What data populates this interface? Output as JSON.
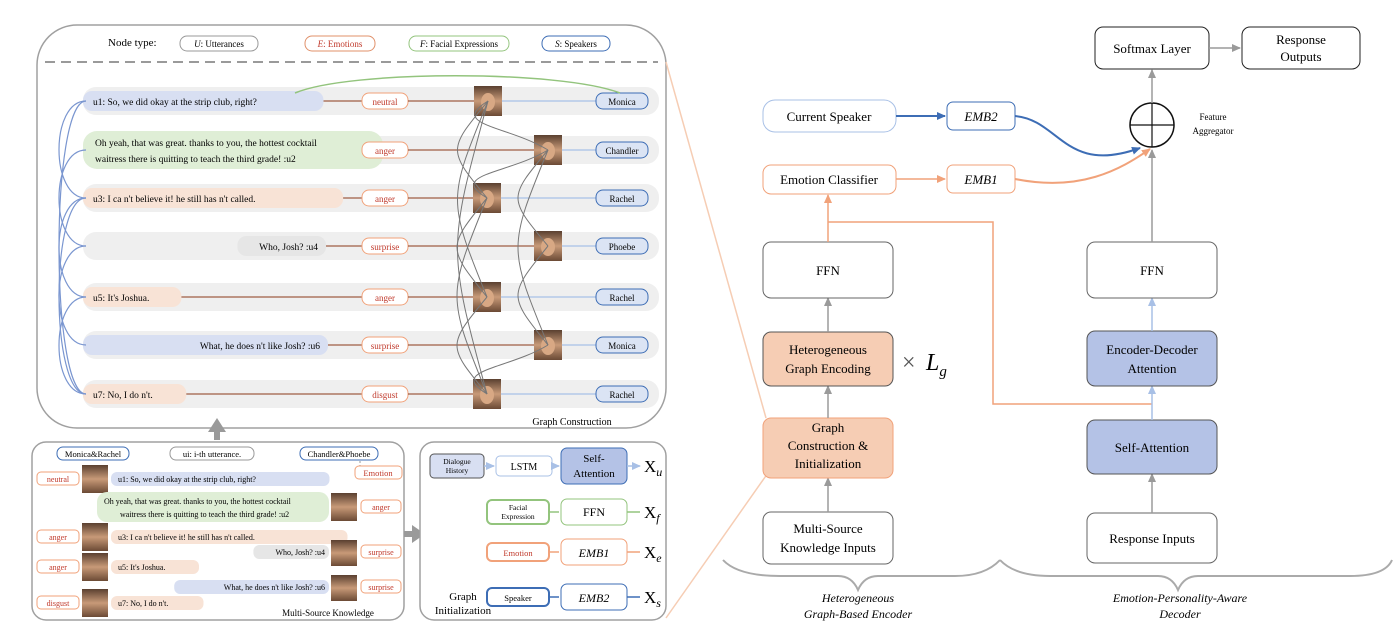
{
  "legend": {
    "title": "Node type:",
    "items": [
      {
        "key": "U",
        "label": "Utterances",
        "color": "#7a7a7a"
      },
      {
        "key": "E",
        "label": "Emotions",
        "color": "#e0906a"
      },
      {
        "key": "F",
        "label": "Facial Expressions",
        "color": "#93c47d"
      },
      {
        "key": "S",
        "label": "Speakers",
        "color": "#3d6db5"
      }
    ]
  },
  "graph_construction": {
    "caption": "Graph Construction",
    "rows": [
      {
        "utt": "u1: So, we did okay at the strip club, right?",
        "emotion": "neutral",
        "speaker": "Monica",
        "bg": "#d8dff2"
      },
      {
        "utt_line1": "Oh yeah, that was great. thanks to you, the hottest cocktail",
        "utt_line2": "waitress there is quitting to teach the third grade!   :u2",
        "emotion": "anger",
        "speaker": "Chandler",
        "bg": "#dfeed6"
      },
      {
        "utt": "u3: I ca n't believe it! he still has n't called.",
        "emotion": "anger",
        "speaker": "Rachel",
        "bg": "#f8e3d6"
      },
      {
        "utt": "Who, Josh? :u4",
        "emotion": "surprise",
        "speaker": "Phoebe",
        "bg": "#e6e6e6"
      },
      {
        "utt": "u5: It's Joshua.",
        "emotion": "anger",
        "speaker": "Rachel",
        "bg": "#f8e3d6"
      },
      {
        "utt": "What, he does n't like Josh? :u6",
        "emotion": "surprise",
        "speaker": "Monica",
        "bg": "#d8dff2"
      },
      {
        "utt": "u7: No, I do n't.",
        "emotion": "disgust",
        "speaker": "Rachel",
        "bg": "#f8e3d6"
      }
    ]
  },
  "multi_source": {
    "caption": "Multi-Source Knowledge",
    "badge_left": "Monica&Rachel",
    "badge_mid": "ui: i-th utterance.",
    "badge_right": "Chandler&Phoebe",
    "emotion_label": "Emotion",
    "rows": [
      {
        "emotion": "neutral",
        "utt": "u1: So, we did okay at the strip club, right?"
      },
      {
        "utt_line1": "Oh yeah, that was great. thanks to you, the hottest cocktail",
        "utt_line2": "waitress there is quitting to teach the third grade!  :u2",
        "emotion": "anger"
      },
      {
        "emotion": "anger",
        "utt": "u3: I ca n't believe it! he still has n't called."
      },
      {
        "utt": "Who, Josh? :u4",
        "emotion": "surprise"
      },
      {
        "emotion": "anger",
        "utt": "u5: It's Joshua."
      },
      {
        "utt": "What, he does n't like Josh? :u6",
        "emotion": "surprise"
      },
      {
        "emotion": "disgust",
        "utt": "u7: No, I do n't."
      }
    ]
  },
  "graph_init": {
    "caption_line1": "Graph",
    "caption_line2": "Initialization",
    "inputs": [
      "Dialogue History",
      "Facial Expression",
      "Emotion",
      "Speaker"
    ],
    "lstm": "LSTM",
    "self_attention": "Self-Attention",
    "ffn": "FFN",
    "emb1": "EMB1",
    "emb2": "EMB2",
    "outputs": [
      "Xu",
      "Xf",
      "Xe",
      "Xs"
    ]
  },
  "encoder": {
    "multi_source_inputs": "Multi-Source Knowledge Inputs",
    "graph_construction": "Graph Construction & Initialization",
    "heterogeneous_graph": "Heterogeneous Graph Encoding",
    "times_lg": "× Lg",
    "ffn": "FFN",
    "emotion_classifier": "Emotion Classifier",
    "current_speaker": "Current Speaker",
    "emb1": "EMB1",
    "emb2": "EMB2",
    "label": "Heterogeneous Graph-Based Encoder"
  },
  "decoder": {
    "response_inputs": "Response Inputs",
    "self_attention": "Self-Attention",
    "enc_dec_attention": "Encoder-Decoder Attention",
    "ffn": "FFN",
    "aggregator": "Feature Aggregator",
    "softmax": "Softmax Layer",
    "outputs": "Response Outputs",
    "label": "Emotion-Personality-Aware Decoder"
  },
  "colors": {
    "orange": "#f1a27a",
    "orange_fill": "#f6cdb4",
    "blue": "#3d6db5",
    "blue_fill": "#b4c2e6",
    "lightblue": "#a8c0e6",
    "green": "#93c47d",
    "gray_arrow": "#9a9a9a"
  }
}
